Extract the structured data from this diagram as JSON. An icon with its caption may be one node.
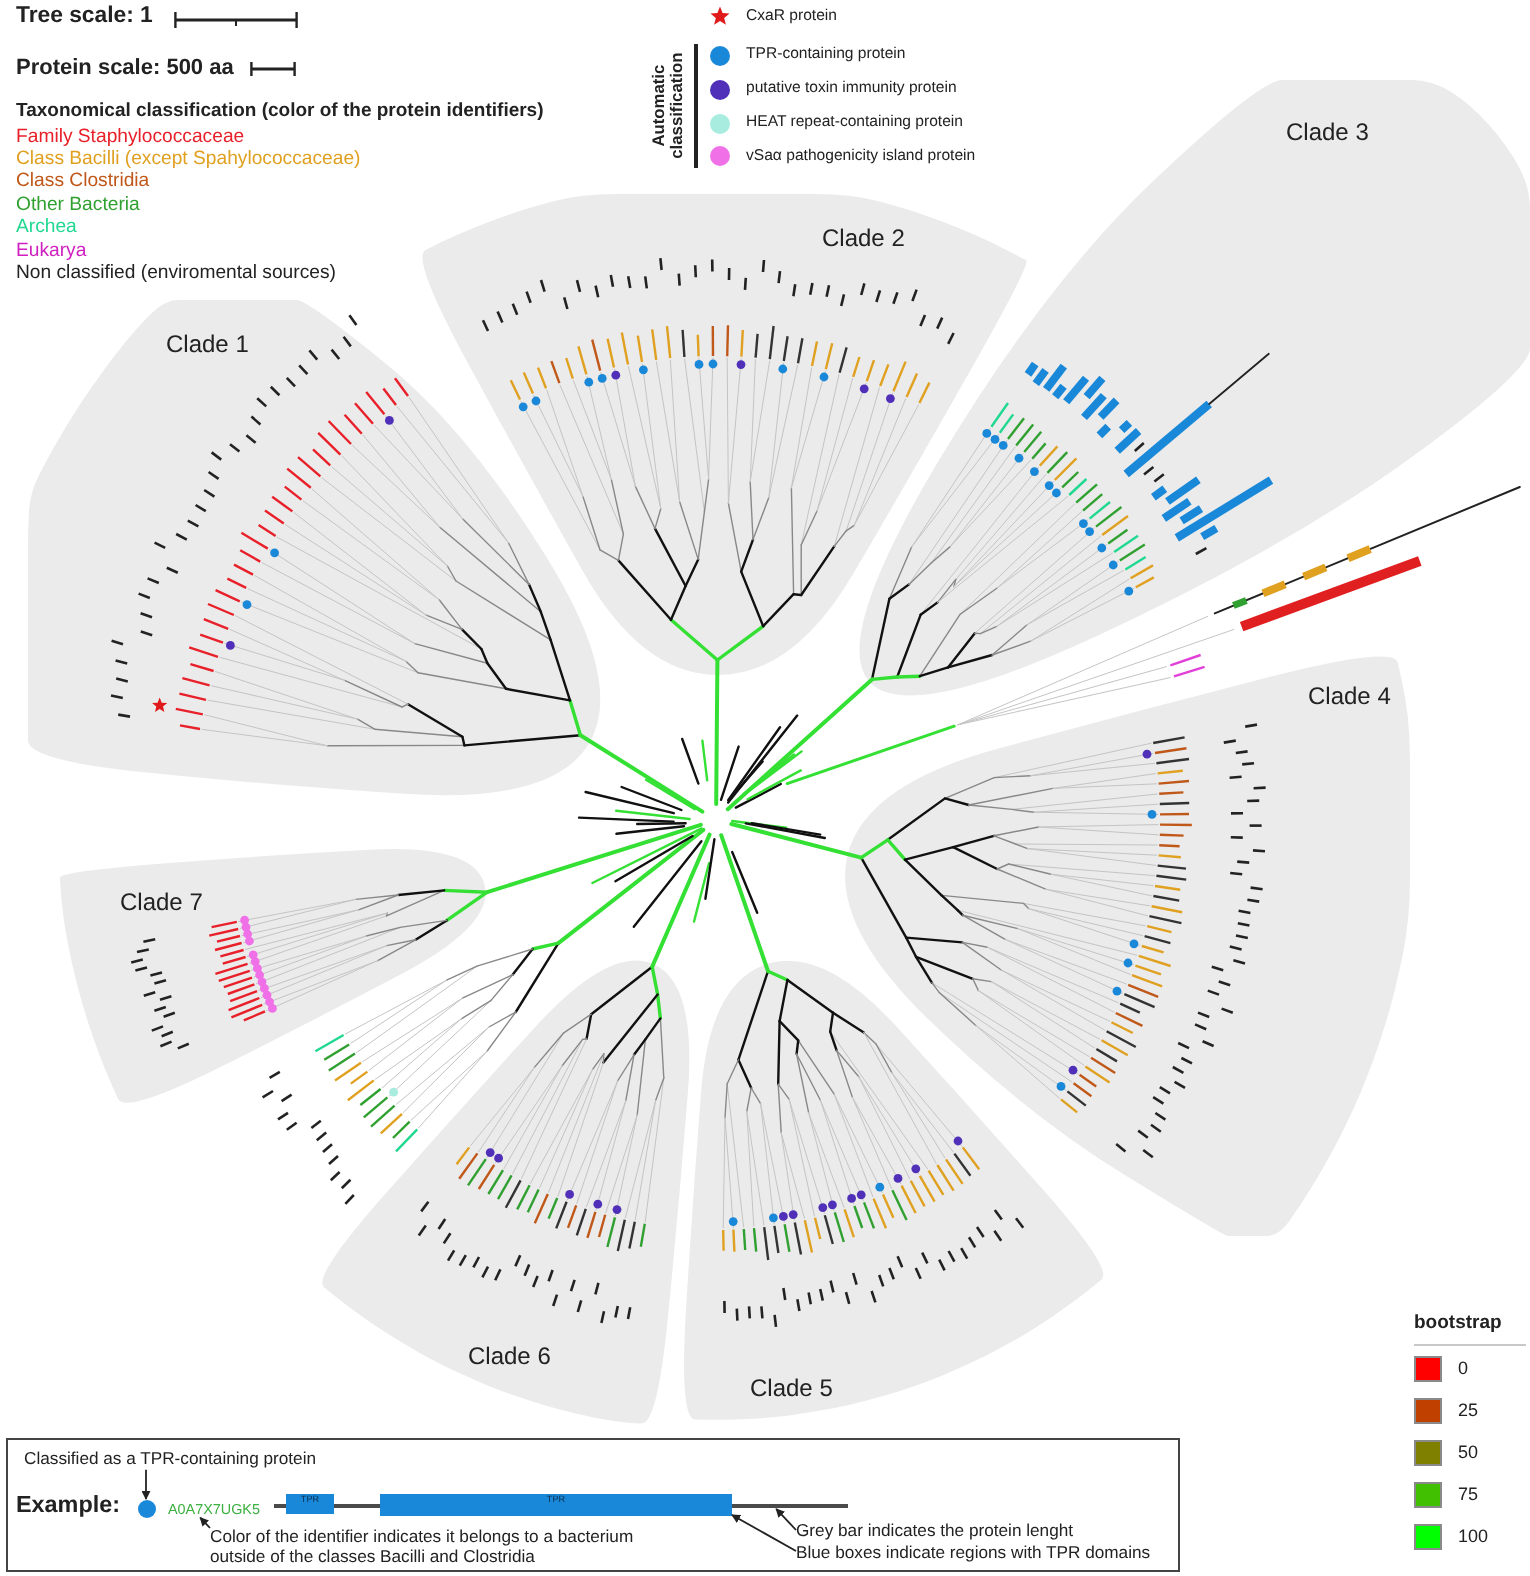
{
  "diagram": {
    "nodes": [
      {
        "text": [
          "Clade 1"
        ]
      },
      {
        "text": [
          "Clade 2"
        ]
      },
      {
        "text": [
          "Clade 3"
        ]
      },
      {
        "text": [
          "Clade 4"
        ]
      },
      {
        "text": [
          "Clade 5"
        ]
      },
      {
        "text": [
          "Clade 6"
        ]
      },
      {
        "text": [
          "Clade 7"
        ]
      },
      {
        "text": [
          "Example:"
        ]
      },
      {
        "text": [
          "Classified as a TPR-containing protein"
        ],
        "in": 7
      },
      {
        "text": [],
        "shape": "circle",
        "in": 7
      },
      {
        "text": [
          "A0A7X7UGK5"
        ],
        "in": 7
      },
      {
        "text": [
          "Color of the identifier indicates it belongs to a bacterium outside of the classes Bacilli and Clostridia"
        ],
        "in": 7
      },
      {
        "text": [],
        "shape": "bar",
        "in": 7
      },
      {
        "text": [
          "TPR"
        ],
        "in": 7
      },
      {
        "text": [
          "TPR"
        ],
        "in": 7
      },
      {
        "text": [
          "Grey bar indicates the protein lenght"
        ],
        "in": 7
      },
      {
        "text": [
          "Blue boxes indicate regions with TPR domains"
        ],
        "in": 7
      }
    ],
    "edges": [
      {
        "from": 8,
        "to": 9,
        "arrow": "to"
      },
      {
        "from": 11,
        "to": 10,
        "arrow": "to"
      },
      {
        "from": 15,
        "to": 12,
        "arrow": "to"
      },
      {
        "from": 16,
        "to": 14,
        "arrow": "to"
      }
    ],
    "labels": [
      "Tree scale: 1",
      "Protein scale: 500 aa",
      "Taxonomical classification (color of the protein identifiers)",
      "Automatic classification",
      "bootstrap"
    ],
    "legend": [
      {
        "text": "Family Staphylococcaceae",
        "color": "#e8202a"
      },
      {
        "text": "Class Bacilli (except Spahylococcaceae)",
        "color": "#e0a020"
      },
      {
        "text": "Class Clostridia",
        "color": "#c0581a"
      },
      {
        "text": "Other Bacteria",
        "color": "#30a030"
      },
      {
        "text": "Archea",
        "color": "#20d890"
      },
      {
        "text": "Eukarya",
        "color": "#d020c0"
      },
      {
        "text": "Non classified (enviromental sources)",
        "color": "#222222"
      },
      {
        "text": "CxaR protein"
      },
      {
        "text": "TPR-containing protein",
        "color": "#1a88d8"
      },
      {
        "text": "putative toxin immunity protein",
        "color": "#5030b8"
      },
      {
        "text": "HEAT repeat-containing protein",
        "color": "#a8ece0"
      },
      {
        "text": "vSaα pathogenicity island protein",
        "color": "#f070e8"
      },
      {
        "text": "0",
        "color": "#ff0000"
      },
      {
        "text": "25",
        "color": "#c04000"
      },
      {
        "text": "50",
        "color": "#808000"
      },
      {
        "text": "75",
        "color": "#40c000"
      },
      {
        "text": "100",
        "color": "#00ff00"
      }
    ]
  }
}
